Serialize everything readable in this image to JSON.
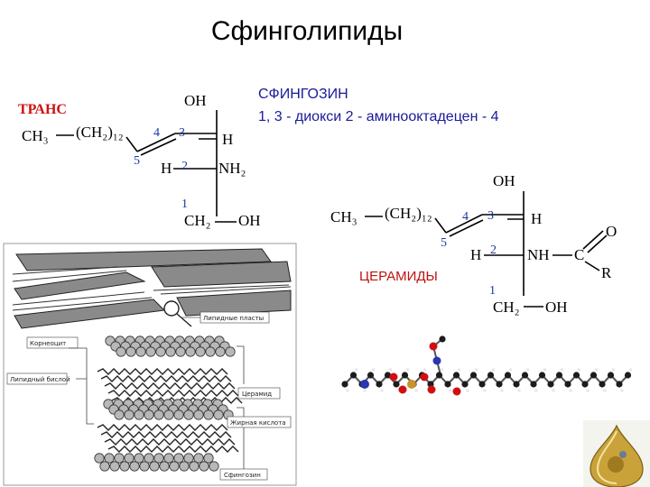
{
  "page": {
    "title": "Сфинголипиды"
  },
  "sphingosine": {
    "trans_label": "ТРАНС",
    "name": "СФИНГОЗИН",
    "description": "1, 3 - диокси 2 - аминооктадецен - 4",
    "atoms": {
      "ch3": "CH₃",
      "ch2_chain": "(CH₂)₁₂",
      "oh_top": "OH",
      "h_right": "H",
      "h_left": "H",
      "nh2": "NH₂",
      "ch2_bottom": "CH₂",
      "oh_bottom": "OH"
    },
    "numbers": {
      "n1": "1",
      "n2": "2",
      "n3": "3",
      "n4": "4",
      "n5": "5"
    }
  },
  "ceramide": {
    "name": "ЦЕРАМИДЫ",
    "atoms": {
      "ch3": "CH₃",
      "ch2_chain": "(CH₂)₁₂",
      "oh_top": "OH",
      "h_right": "H",
      "h_left": "H",
      "nh": "NH",
      "c": "C",
      "o": "O",
      "r": "R",
      "ch2_bottom": "CH₂",
      "oh_bottom": "OH"
    },
    "numbers": {
      "n1": "1",
      "n2": "2",
      "n3": "3",
      "n4": "4",
      "n5": "5"
    }
  },
  "membrane_figure": {
    "labels": {
      "lipid_layers": "Липидные пласты",
      "corneocyte": "Корнеоцит",
      "lipid_bilayer": "Липидный бислой",
      "ceramide": "Церамид",
      "fatty_acid": "Жирная кислота",
      "sphingosine": "Сфингозин"
    }
  },
  "colors": {
    "title_text": "#000000",
    "red_label": "#d01010",
    "blue_text": "#1a1a9a",
    "number_blue": "#1a3aa0"
  },
  "icons": {
    "logo": "golden-drop-logo-icon",
    "molecule": "ball-and-stick-molecule-icon"
  }
}
